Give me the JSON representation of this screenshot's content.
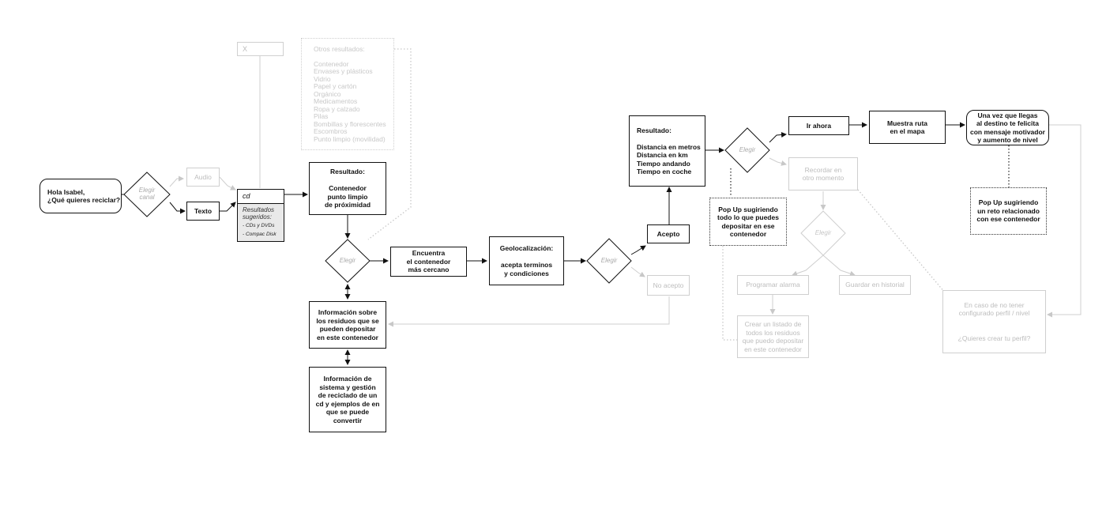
{
  "greeting": {
    "line1": "Hola Isabel,",
    "line2": "¿Qué quieres reciclar?"
  },
  "decisions": {
    "canal": "Elegir\ncanal",
    "elegir": "Elegir"
  },
  "channels": {
    "audio": "Audio",
    "texto": "Texto"
  },
  "search": {
    "input_value": "cd",
    "suggested_title": "Resultados\nsugeridos:",
    "suggested_items": [
      "- CDs y DVDs",
      "- Compac Disk"
    ],
    "other_input": "X"
  },
  "other_results": {
    "title": "Otros resultados:",
    "items": [
      "Contenedor",
      "Envases y plásticos",
      "Vidrio",
      "Papel y cartón",
      "Orgánico",
      "Medicamentos",
      "Ropa y calzado",
      "Pilas",
      "Bombillas y florescentes",
      "Escombros",
      "Punto limpio (movilidad)"
    ]
  },
  "nodes": {
    "resultado_punto": "Resultado:\n\nContenedor\npunto limpio\nde próximidad",
    "info_residuos": "Información sobre\nlos residuos que se\npueden depositar\nen este contenedor",
    "info_sistema": "Información de\nsistema y gestión\nde reciclado de un\ncd y ejemplos de en\nque se puede\nconvertir",
    "encuentra": "Encuentra\nel contenedor\nmás cercano",
    "geolocalizacion": "Geolocalización:\n\nacepta terminos\ny condiciones",
    "acepto": "Acepto",
    "no_acepto": "No acepto",
    "resultado_distancia": "Resultado:\n\nDistancia en metros\nDistancia en km\nTiempo andando\nTiempo en coche",
    "ir_ahora": "Ir ahora",
    "recordar": "Recordar en\notro momento",
    "muestra_ruta": "Muestra ruta\nen el mapa",
    "felicita": "Una vez que llegas\nal destino te felicita\ncon mensaje motivador\ny aumento de nivel",
    "popup_reto": "Pop Up sugiriendo\nun reto relacionado\ncon ese contenedor",
    "popup_depositar": "Pop Up sugiriendo\ntodo lo que puedes\ndepositar en ese\ncontenedor",
    "programar": "Programar alarma",
    "historial": "Guardar en historial",
    "listado": "Crear un listado de\ntodos los residuos\nque puedo depositar\nen este contenedor",
    "perfil": "En caso de no tener\nconfigurado perfil / nivel\n\n\n¿Quieres crear tu perfil?"
  },
  "colors": {
    "ink": "#111111",
    "faded": "#c8c8c8",
    "suggest_bg": "#e9e9e9"
  }
}
